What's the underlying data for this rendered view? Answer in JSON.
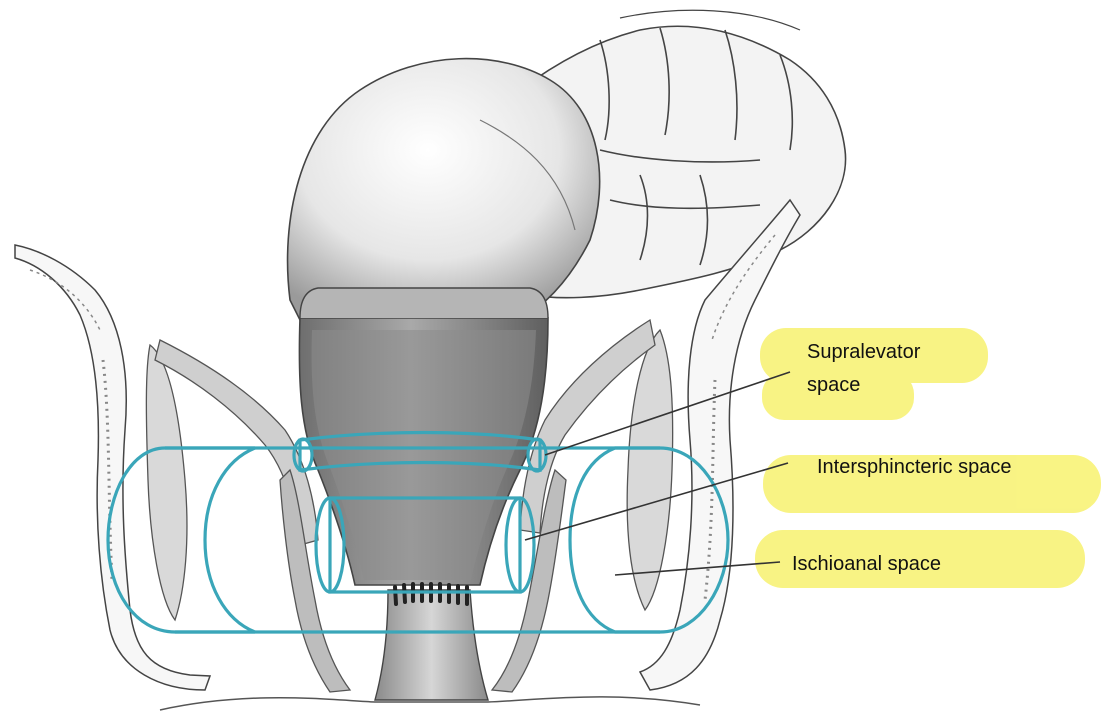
{
  "labels": {
    "supralevator_line1": "Supralevator",
    "supralevator_line2": "space",
    "intersphincteric": "Intersphincteric space",
    "ischioanal": "Ischioanal space"
  },
  "colors": {
    "highlight": "#f8f37a",
    "space_outline": "#3aa6b9",
    "pointer_line": "#333333"
  }
}
